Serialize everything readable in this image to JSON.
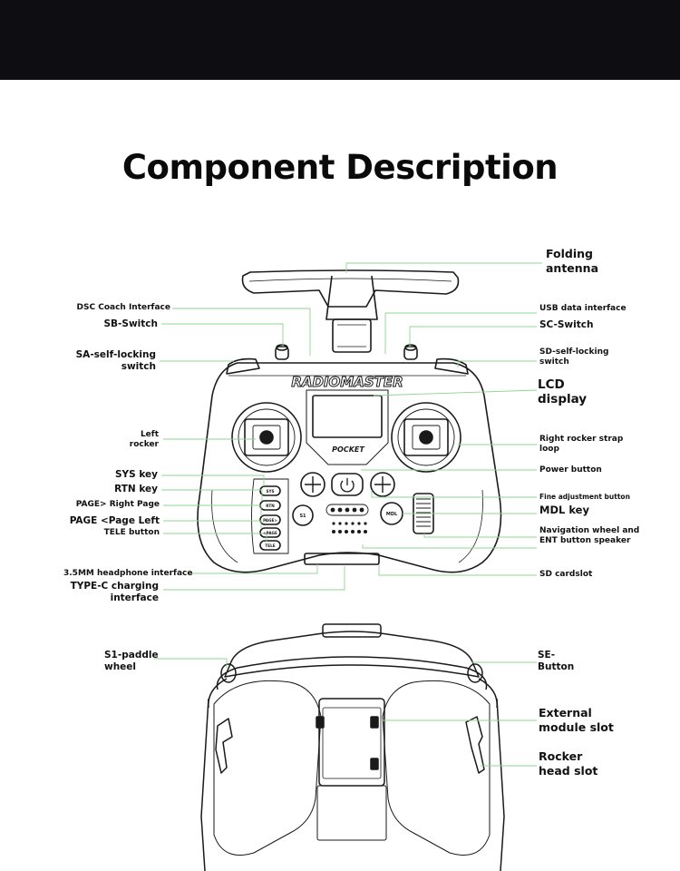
{
  "title": "Component Description",
  "brand": {
    "logo_text": "RADIOMASTER",
    "model_text": "POCKET"
  },
  "buttons": {
    "sys": "SYS",
    "rtn": "RTN",
    "page_right": "PAGE>",
    "page_left": "<PAGE",
    "tele": "TELE",
    "mdl": "MDL",
    "s1": "S1"
  },
  "labels": {
    "folding_antenna": "Folding antenna",
    "dsc_coach": "DSC Coach Interface",
    "usb_data": "USB data interface",
    "sb_switch": "SB-Switch",
    "sc_switch": "SC-Switch",
    "sa_switch": "SA-self-locking switch",
    "sd_switch": "SD-self-locking switch",
    "lcd_display": "LCD display",
    "left_rocker": "Left rocker",
    "right_rocker_strap": "Right rocker strap loop",
    "power_button": "Power button",
    "sys_key": "SYS key",
    "rtn_key": "RTN key",
    "page_right_key": "PAGE> Right Page",
    "page_left_key": "PAGE <Page Left",
    "tele_button": "TELE button",
    "fine_adjust": "Fine adjustment button",
    "mdl_key": "MDL key",
    "nav_wheel": "Navigation wheel and ENT button speaker",
    "headphone": "3.5MM headphone interface",
    "sd_slot": "SD cardslot",
    "typec": "TYPE-C charging interface",
    "s1_paddle": "S1-paddle wheel",
    "se_button": "SE-Button",
    "external_module": "External module slot",
    "rocker_head_slot": "Rocker head slot"
  },
  "colors": {
    "leader_line": "#8fd48f",
    "outline": "#1a1a1a",
    "header_bar": "#0d0d12"
  }
}
